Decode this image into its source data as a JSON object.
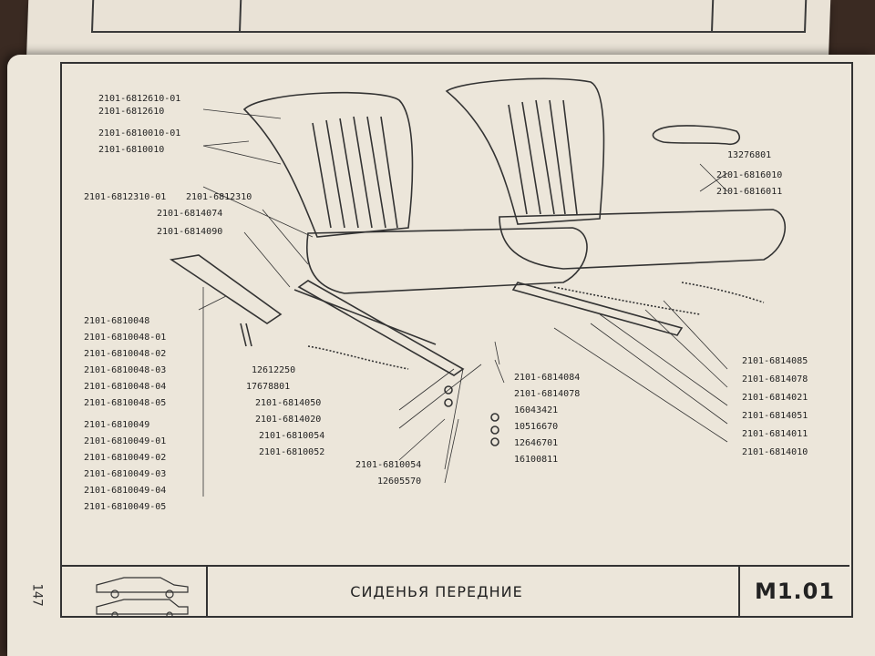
{
  "page": {
    "title": "СИДЕНЬЯ ПЕРЕДНИЕ",
    "code": "M1.01",
    "page_number": "147"
  },
  "labels_left": [
    "2101-6812610-01",
    "2101-6812610",
    "2101-6810010-01",
    "2101-6810010",
    "2101-6812310-01",
    "2101-6812310",
    "2101-6814074",
    "2101-6814090"
  ],
  "labels_left_group": [
    "2101-6810048",
    "2101-6810048-01",
    "2101-6810048-02",
    "2101-6810048-03",
    "2101-6810048-04",
    "2101-6810048-05",
    "2101-6810049",
    "2101-6810049-01",
    "2101-6810049-02",
    "2101-6810049-03",
    "2101-6810049-04",
    "2101-6810049-05"
  ],
  "labels_center": [
    "12612250",
    "17678801",
    "2101-6814050",
    "2101-6814020",
    "2101-6810054",
    "2101-6810052",
    "2101-6810054",
    "12605570"
  ],
  "labels_center_right": [
    "2101-6814084",
    "2101-6814078",
    "16043421",
    "10516670",
    "12646701",
    "16100811"
  ],
  "labels_top_right": [
    "13276801",
    "2101-6816010",
    "2101-6816011"
  ],
  "labels_right": [
    "2101-6814085",
    "2101-6814078",
    "2101-6814021",
    "2101-6814051",
    "2101-6814011",
    "2101-6814010"
  ]
}
